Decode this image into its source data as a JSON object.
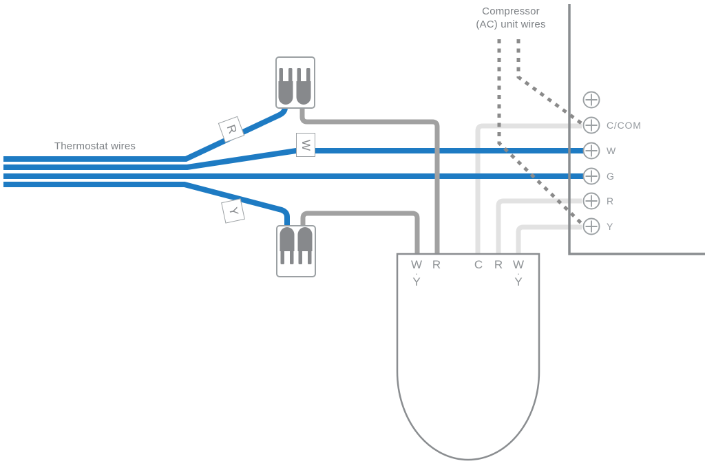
{
  "labels": {
    "thermostat_wires": "Thermostat wires",
    "compressor_line1": "Compressor",
    "compressor_line2": "(AC) unit wires"
  },
  "wire_tags": [
    {
      "letter": "R"
    },
    {
      "letter": "W"
    },
    {
      "letter": "Y"
    }
  ],
  "terminals": [
    {
      "label": ""
    },
    {
      "label": "C/COM"
    },
    {
      "label": "W"
    },
    {
      "label": "G"
    },
    {
      "label": "R"
    },
    {
      "label": "Y"
    }
  ],
  "backplate_terminals": [
    {
      "top": "W",
      "mid": "·",
      "bottom": "Y"
    },
    {
      "top": "R"
    },
    {
      "top": "C"
    },
    {
      "top": "R"
    },
    {
      "top": "W",
      "mid": "·",
      "bottom": "Y"
    }
  ],
  "colors": {
    "wire_blue": "#1E7BC3",
    "wire_gray": "#A1A1A1",
    "wire_light_gray": "#E2E2E2",
    "dashed_gray": "#8A8A8A",
    "outline_gray": "#8A8D90",
    "text_gray": "#7D8185"
  }
}
